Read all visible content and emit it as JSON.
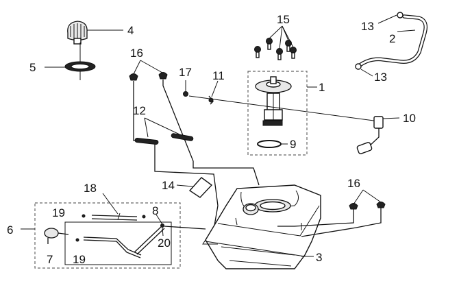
{
  "diagram": {
    "callouts": [
      {
        "id": "c1",
        "text": "1"
      },
      {
        "id": "c2",
        "text": "2"
      },
      {
        "id": "c3",
        "text": "3"
      },
      {
        "id": "c4",
        "text": "4"
      },
      {
        "id": "c5",
        "text": "5"
      },
      {
        "id": "c6",
        "text": "6"
      },
      {
        "id": "c7",
        "text": "7"
      },
      {
        "id": "c8",
        "text": "8"
      },
      {
        "id": "c9",
        "text": "9"
      },
      {
        "id": "c10",
        "text": "10"
      },
      {
        "id": "c11",
        "text": "11"
      },
      {
        "id": "c12",
        "text": "12"
      },
      {
        "id": "c13a",
        "text": "13"
      },
      {
        "id": "c13b",
        "text": "13"
      },
      {
        "id": "c14",
        "text": "14"
      },
      {
        "id": "c15",
        "text": "15"
      },
      {
        "id": "c16a",
        "text": "16"
      },
      {
        "id": "c16b",
        "text": "16"
      },
      {
        "id": "c17",
        "text": "17"
      },
      {
        "id": "c18",
        "text": "18"
      },
      {
        "id": "c19a",
        "text": "19"
      },
      {
        "id": "c19b",
        "text": "19"
      },
      {
        "id": "c20",
        "text": "20"
      }
    ]
  }
}
